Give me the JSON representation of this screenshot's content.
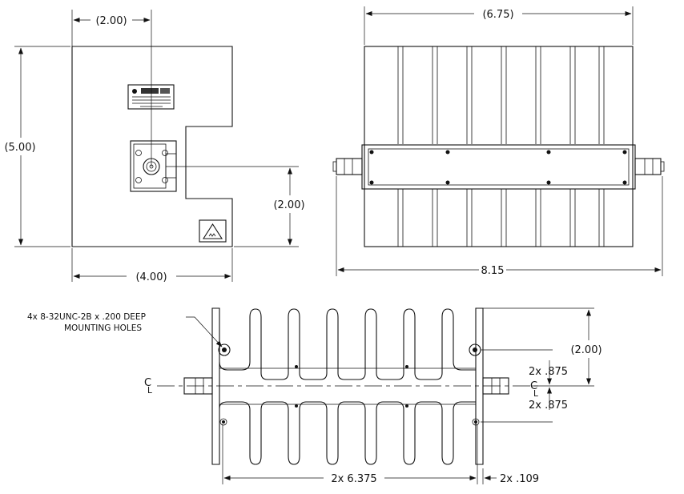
{
  "front_view": {
    "dim_top": "(2.00)",
    "dim_left": "(5.00)",
    "dim_right": "(2.00)",
    "dim_bottom": "(4.00)",
    "warning_symbol": "hazard-triangle-icon"
  },
  "side_view": {
    "dim_top": "(6.75)",
    "dim_bottom": "8.15"
  },
  "bottom_view": {
    "mounting_note_line1": "4x 8-32UNC-2B x .200 DEEP",
    "mounting_note_line2": "MOUNTING HOLES",
    "dim_right_height": "(2.00)",
    "dim_upper_offset": "2x .875",
    "dim_lower_offset": "2x .875",
    "dim_hole_spacing": "2x 6.375",
    "dim_edge_offset": "2x .109",
    "centerline_left": "C",
    "centerline_left_sub": "L",
    "centerline_right": "C",
    "centerline_right_sub": "L"
  }
}
